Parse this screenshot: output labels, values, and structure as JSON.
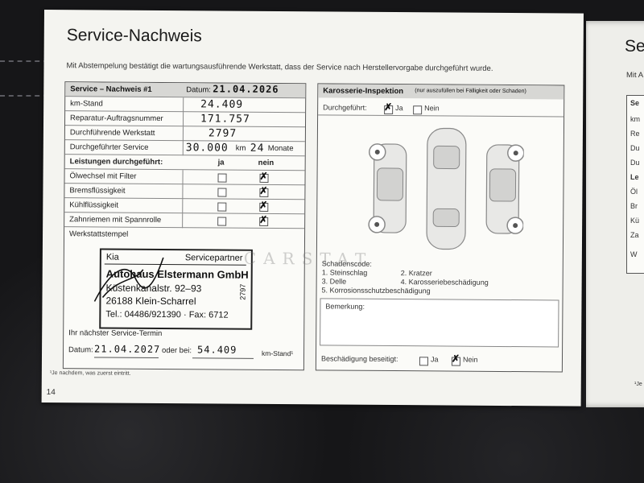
{
  "page": {
    "title": "Service-Nachweis",
    "intro": "Mit Abstempelung bestätigt die wartungsausführende Werkstatt, dass der Service nach Herstellervorgabe durchgeführt wurde.",
    "page_number": "14",
    "footnote": "¹Je nachdem, was zuerst eintritt."
  },
  "service": {
    "header_label": "Service – Nachweis #1",
    "date_label": "Datum:",
    "date_value": "21.04.2026",
    "rows": [
      {
        "label": "km-Stand",
        "value": "24.409"
      },
      {
        "label": "Reparatur-Auftragsnummer",
        "value": "171.757"
      },
      {
        "label": "Durchführende Werkstatt",
        "value": "2797"
      },
      {
        "label": "Durchgeführter Service",
        "value": "30.000"
      }
    ],
    "km_unit": "km",
    "months_value": "24",
    "months_label": "Monate",
    "work_header": "Leistungen durchgeführt:",
    "col_yes": "ja",
    "col_no": "nein",
    "work_items": [
      {
        "label": "Ölwechsel mit Filter",
        "ja": false,
        "nein": true
      },
      {
        "label": "Bremsflüssigkeit",
        "ja": false,
        "nein": true
      },
      {
        "label": "Kühlflüssigkeit",
        "ja": false,
        "nein": true
      },
      {
        "label": "Zahnriemen mit Spannrolle",
        "ja": false,
        "nein": true
      }
    ],
    "stamp_label": "Werkstattstempel",
    "stamp": {
      "brand": "Kia",
      "partner": "Servicepartner",
      "dealer": "Autohaus Elstermann GmbH",
      "street": "Küstenkanalstr. 92–93",
      "city": "26188 Klein-Scharrel",
      "contact": "Tel.: 04486/921390 · Fax: 6712",
      "code": "2797"
    },
    "next_label": "Ihr nächster Service-Termin",
    "next_date_label": "Datum:",
    "next_date_value": "21.04.2027",
    "or_label": "oder bei:",
    "next_km_value": "54.409",
    "km_stand_label": "km-Stand¹"
  },
  "body": {
    "header_label": "Karosserie-Inspektion",
    "header_note": "(nur auszufüllen bei Fälligkeit oder Schaden)",
    "done_label": "Durchgeführt:",
    "done_yes": "Ja",
    "done_no": "Nein",
    "done_checked": "ja",
    "damage_code_label": "Schadenscode:",
    "codes": [
      "1. Steinschlag",
      "2. Kratzer",
      "3. Delle",
      "4. Karosseriebeschädigung",
      "5. Korrosionsschutzbeschädigung"
    ],
    "remarks_label": "Bemerkung:",
    "fixed_label": "Beschädigung beseitigt:",
    "fixed_yes": "Ja",
    "fixed_no": "Nein",
    "fixed_checked": "nein"
  },
  "right_page": {
    "title": "Se",
    "intro": "Mit A",
    "rows": [
      "Se",
      "km",
      "Re",
      "Du",
      "Du",
      "Le",
      "Öl",
      "Br",
      "Kü",
      "Za",
      "W"
    ],
    "footnote": "¹Je"
  },
  "watermark": "CARSTAT",
  "colors": {
    "page": "#f4f4f0",
    "header_fill": "#d7d7d4",
    "leather": "#161618"
  }
}
